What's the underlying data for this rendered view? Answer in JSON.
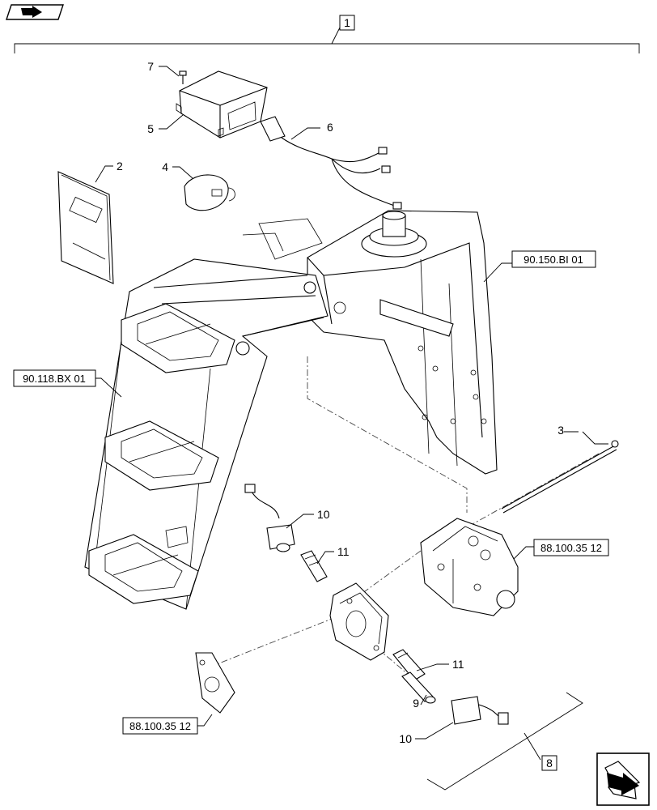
{
  "icons": {
    "top_left": "nav-back-icon",
    "bottom_right": "nav-forward-icon"
  },
  "assembly": {
    "ref": "1"
  },
  "parts": {
    "p2": "2",
    "p3": "3",
    "p4": "4",
    "p5": "5",
    "p6": "6",
    "p7": "7",
    "p8": "8",
    "p9": "9",
    "p10_upper": "10",
    "p10_lower": "10",
    "p11_upper": "11",
    "p11_lower": "11"
  },
  "references": {
    "frame": "90.150.BI 01",
    "steps": "90.118.BX 01",
    "valve": "88.100.35 12",
    "plate": "88.100.35 12"
  }
}
